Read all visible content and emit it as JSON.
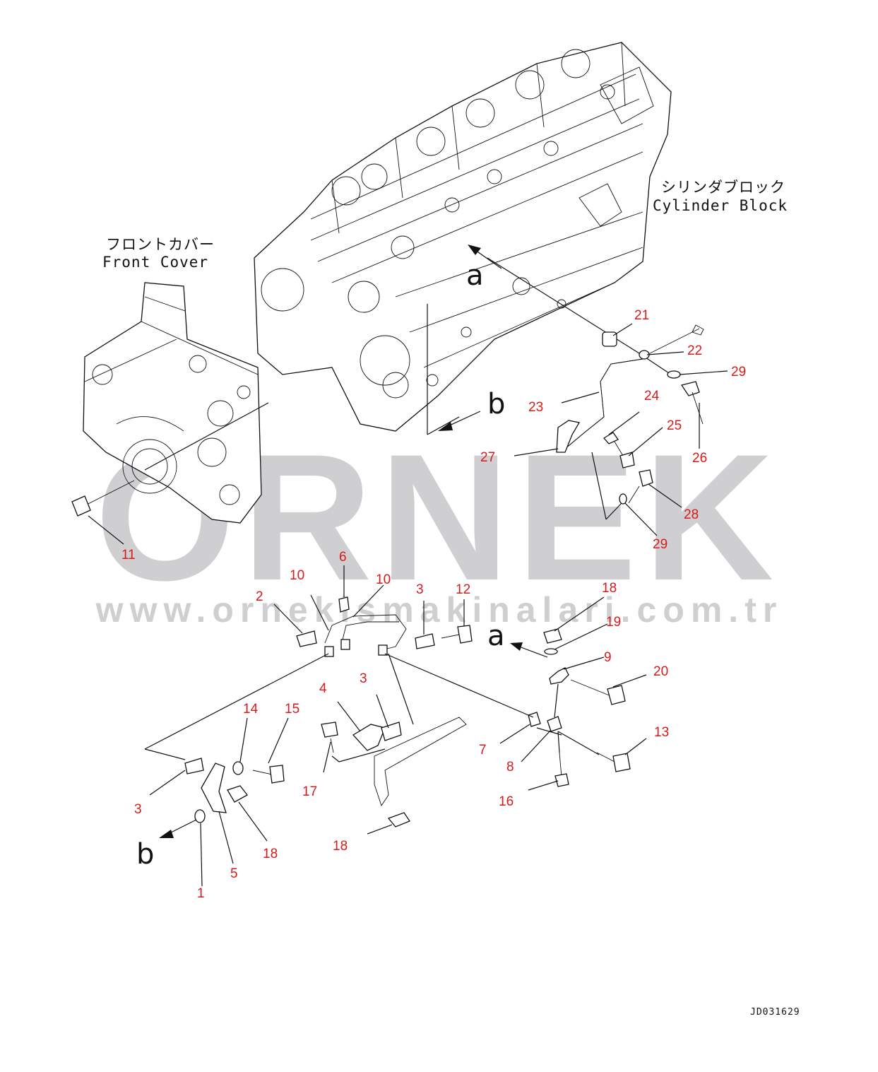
{
  "labels": {
    "front_cover_jp": "フロントカバー",
    "front_cover_en": "Front Cover",
    "cylinder_block_jp": "シリンダブロック",
    "cylinder_block_en": "Cylinder Block"
  },
  "view_markers": {
    "a_top": "a",
    "b_top": "b",
    "a_bottom": "a",
    "b_bottom": "b"
  },
  "watermark": {
    "logo": "ORNEK",
    "url": "www.ornekismakinalari.com.tr"
  },
  "drawing_number": "JD031629",
  "callouts": [
    "21",
    "22",
    "29",
    "23",
    "24",
    "25",
    "26",
    "27",
    "28",
    "29",
    "11",
    "6",
    "10",
    "10",
    "2",
    "3",
    "12",
    "18",
    "19",
    "9",
    "20",
    "13",
    "4",
    "3",
    "14",
    "15",
    "7",
    "8",
    "16",
    "17",
    "3",
    "18",
    "5",
    "1",
    "18"
  ],
  "colors": {
    "callout": "#d81a1a",
    "line": "#111111",
    "watermark": "#cfcfd2"
  }
}
